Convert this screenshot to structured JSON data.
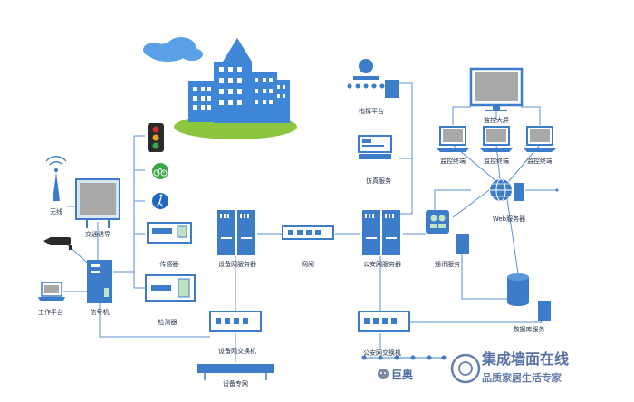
{
  "labels": {
    "wireless": "无线",
    "traffic_guidance": "交通诱导",
    "sensor": "传感器",
    "detector": "检测器",
    "signal_machine": "信号机",
    "work_platform": "工作平台",
    "device_net_server": "设备网服务器",
    "gateway": "网闸",
    "police_net_server": "公安网服务器",
    "device_net_switch": "设备网交换机",
    "device_private_net": "设备专网",
    "police_net_switch": "公安网交换机",
    "command_platform": "指挥平台",
    "simulation_service": "仿真服务",
    "monitor_terminal_1": "监控终端",
    "monitor_terminal_2": "监控终端",
    "monitor_terminal_3": "监控终端",
    "monitor_big_screen": "监控大屏",
    "web_server": "Web服务器",
    "comm_service": "通讯服务",
    "database_service": "数据库服务"
  },
  "watermark": {
    "left_text": "巨奥",
    "right_text": "集成墙面在线",
    "right_sub": "品质家居生活专家"
  },
  "colors": {
    "line": "#5b8fd6",
    "device_blue": "#3d7cc9",
    "building_blue": "#3f86d6",
    "grass": "#8cc63f",
    "cloud": "#5aa0e6"
  }
}
